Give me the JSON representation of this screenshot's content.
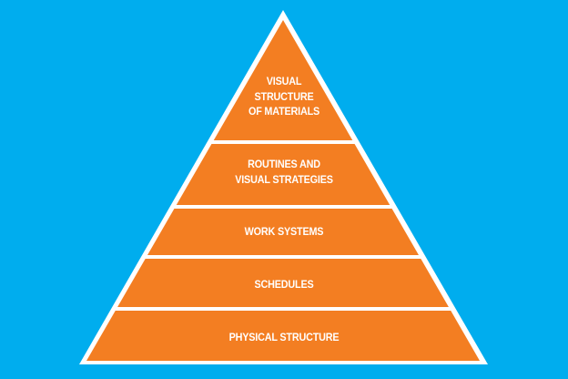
{
  "colors": {
    "background": "#00adee",
    "layer": "#f37e22",
    "outline": "#ffffff"
  },
  "pyramid": {
    "layers": [
      {
        "lines": [
          "VISUAL",
          "STRUCTURE",
          "OF MATERIALS"
        ]
      },
      {
        "lines": [
          "ROUTINES AND",
          "VISUAL STRATEGIES"
        ]
      },
      {
        "lines": [
          "WORK SYSTEMS"
        ]
      },
      {
        "lines": [
          "SCHEDULES"
        ]
      },
      {
        "lines": [
          "PHYSICAL STRUCTURE"
        ]
      }
    ]
  }
}
